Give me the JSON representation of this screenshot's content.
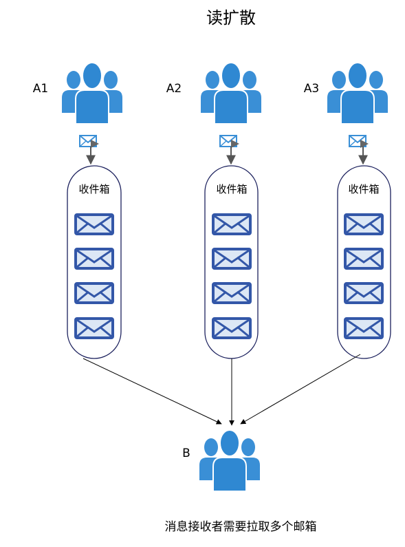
{
  "title": "读扩散",
  "senders": [
    {
      "label": "A1"
    },
    {
      "label": "A2"
    },
    {
      "label": "A3"
    }
  ],
  "inbox_label": "收件箱",
  "messages_per_inbox": 4,
  "receiver": {
    "label": "B"
  },
  "footnote": "消息接收者需要拉取多个邮箱",
  "colors": {
    "user_icon": "#3a8fd6",
    "user_icon_dark": "#2a7cc6",
    "envelope_fill": "#dce7f5",
    "envelope_stroke": "#3357a8",
    "inbox_border": "#1a1f5c",
    "arrow": "#555555",
    "line": "#000000"
  },
  "icons": {
    "user": "users-group-icon",
    "sender_mail": "envelope-arrow-icon",
    "message": "envelope-icon"
  }
}
